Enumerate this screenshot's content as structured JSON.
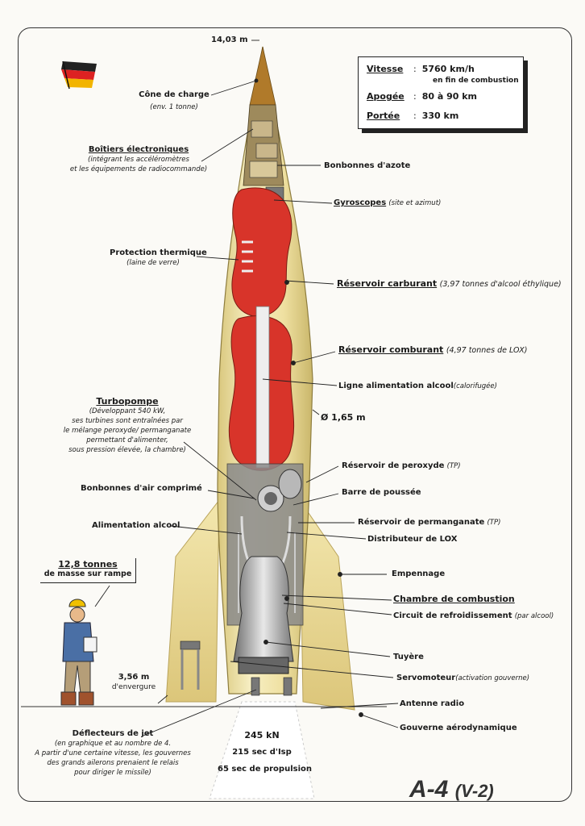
{
  "stats": {
    "vitesse_key": "Vitesse",
    "vitesse_val": "5760 km/h",
    "vitesse_sub": "en fin de combustion",
    "apogee_key": "Apogée",
    "apogee_val": "80 à 90 km",
    "portee_key": "Portée",
    "portee_val": "330 km",
    "sep": ":"
  },
  "height": "14,03 m",
  "labels": {
    "cone": "Cône de charge",
    "cone_sub": "(env. 1 tonne)",
    "boitiers": "Boîtiers électroniques",
    "boitiers_sub1": "(intégrant les accéléromètres",
    "boitiers_sub2": "et les équipements de radiocommande)",
    "azote": "Bonbonnes d'azote",
    "gyro": "Gyroscopes",
    "gyro_sub": "(site et azimut)",
    "protection": "Protection thermique",
    "protection_sub": "(laine de verre)",
    "carburant": "Réservoir carburant",
    "carburant_sub": "(3,97 tonnes d'alcool éthylique)",
    "comburant": "Réservoir comburant",
    "comburant_sub": "(4,97 tonnes de LOX)",
    "ligne": "Ligne alimentation alcool",
    "ligne_sub": "(calorifugée)",
    "diametre": "Ø 1,65 m",
    "turbo": "Turbopompe",
    "turbo_s1": "(Développant 540 kW,",
    "turbo_s2": "ses turbines sont entraînées par",
    "turbo_s3": "le mélange peroxyde/ permanganate",
    "turbo_s4": "permettant d'alimenter,",
    "turbo_s5": "sous pression élevée, la chambre)",
    "peroxyde": "Réservoir de peroxyde",
    "peroxyde_sub": "(TP)",
    "air": "Bonbonnes d'air comprimé",
    "barre": "Barre de poussée",
    "permanganate": "Réservoir de permanganate",
    "permanganate_sub": "(TP)",
    "alim": "Alimentation alcool",
    "lox": "Distributeur de LOX",
    "masse": "12,8 tonnes",
    "masse_sub": "de masse sur rampe",
    "empennage": "Empennage",
    "chambre": "Chambre de combustion",
    "circuit": "Circuit de refroidissement",
    "circuit_sub": "(par alcool)",
    "envergure": "3,56 m",
    "envergure_sub": "d'envergure",
    "tuyere": "Tuyère",
    "servo": "Servomoteur",
    "servo_sub": "(activation gouverne)",
    "antenne": "Antenne radio",
    "gouverne": "Gouverne aérodynamique",
    "deflecteurs": "Déflecteurs de jet",
    "defl_s1": "(en graphique et au nombre de 4.",
    "defl_s2": "A partir d'une certaine vitesse, les gouvernes",
    "defl_s3": "des grands ailerons prenaient le relais",
    "defl_s4": "pour diriger le missile)",
    "poussee": "245 kN",
    "isp": "215 sec d'Isp",
    "propulsion": "65 sec de propulsion"
  },
  "title": "A-4",
  "title_sub": "(V-2)",
  "colors": {
    "body": "#f1e4a8",
    "fuel": "#d8342a",
    "metal": "#9a9a9a",
    "flag_red": "#d22",
    "flag_gold": "#f2b400"
  }
}
